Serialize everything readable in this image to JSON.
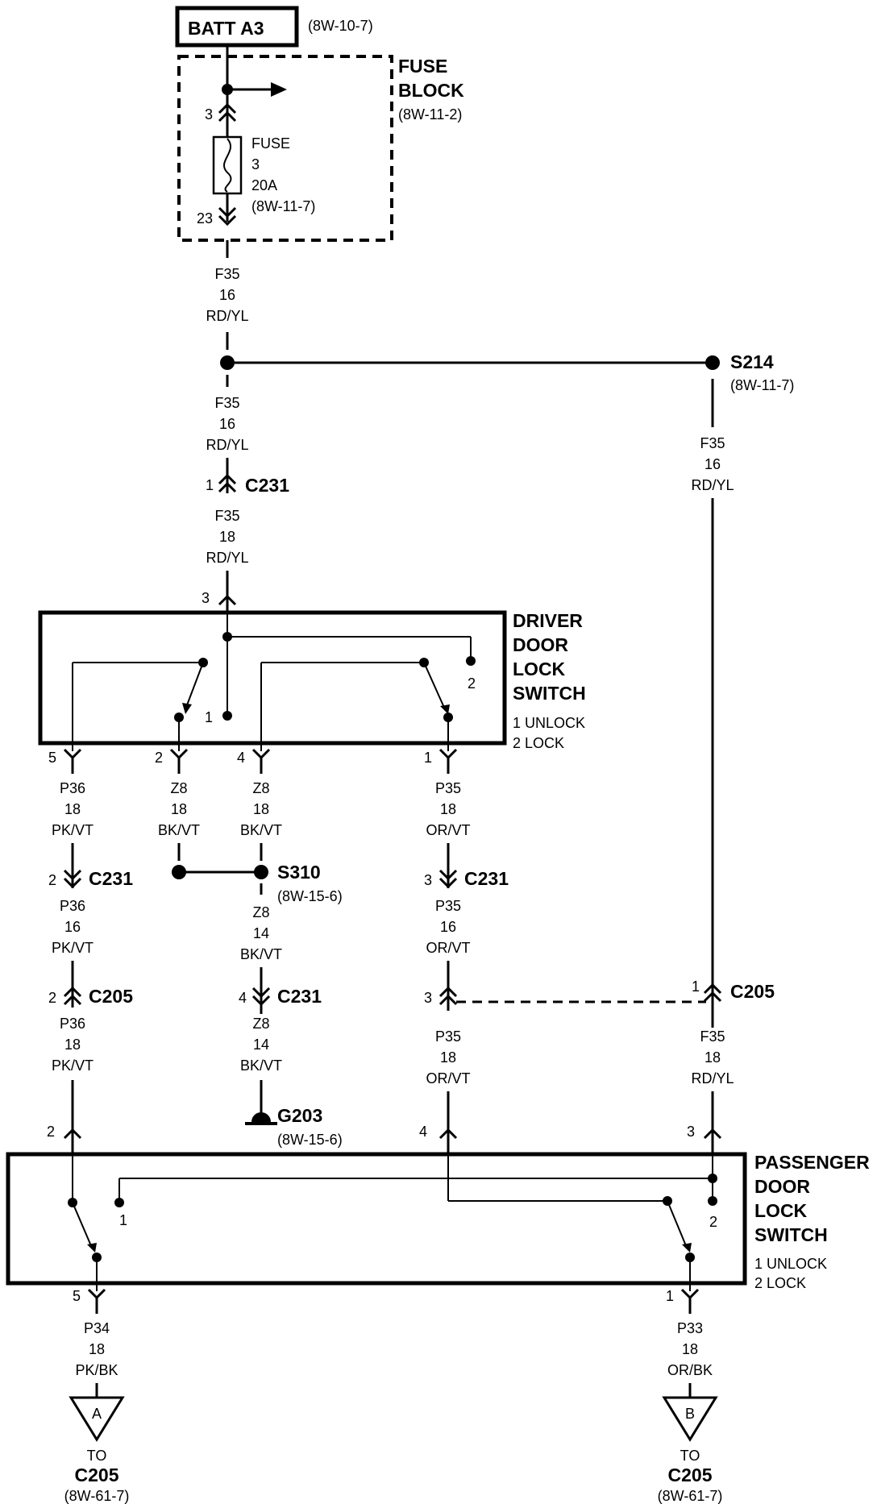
{
  "source": {
    "name": "BATT A3",
    "ref": "(8W-10-7)"
  },
  "fuse_block": {
    "title_1": "FUSE",
    "title_2": "BLOCK",
    "ref": "(8W-11-2)",
    "pin_in": "3",
    "pin_out": "23",
    "fuse": {
      "label": "FUSE",
      "number": "3",
      "rating": "20A",
      "ref": "(8W-11-7)"
    }
  },
  "wires": {
    "f35_upper": {
      "circuit": "F35",
      "gauge": "16",
      "color": "RD/YL"
    },
    "f35_mid": {
      "circuit": "F35",
      "gauge": "16",
      "color": "RD/YL"
    },
    "f35_low": {
      "circuit": "F35",
      "gauge": "18",
      "color": "RD/YL"
    },
    "f35_right": {
      "circuit": "F35",
      "gauge": "16",
      "color": "RD/YL"
    },
    "f35_right_low": {
      "circuit": "F35",
      "gauge": "18",
      "color": "RD/YL"
    },
    "p36_a": {
      "circuit": "P36",
      "gauge": "18",
      "color": "PK/VT"
    },
    "p36_b": {
      "circuit": "P36",
      "gauge": "16",
      "color": "PK/VT"
    },
    "p36_c": {
      "circuit": "P36",
      "gauge": "18",
      "color": "PK/VT"
    },
    "z8_a": {
      "circuit": "Z8",
      "gauge": "18",
      "color": "BK/VT"
    },
    "z8_b": {
      "circuit": "Z8",
      "gauge": "18",
      "color": "BK/VT"
    },
    "z8_c": {
      "circuit": "Z8",
      "gauge": "14",
      "color": "BK/VT"
    },
    "z8_d": {
      "circuit": "Z8",
      "gauge": "14",
      "color": "BK/VT"
    },
    "p35_a": {
      "circuit": "P35",
      "gauge": "18",
      "color": "OR/VT"
    },
    "p35_b": {
      "circuit": "P35",
      "gauge": "16",
      "color": "OR/VT"
    },
    "p35_c": {
      "circuit": "P35",
      "gauge": "18",
      "color": "OR/VT"
    },
    "p34": {
      "circuit": "P34",
      "gauge": "18",
      "color": "PK/BK"
    },
    "p33": {
      "circuit": "P33",
      "gauge": "18",
      "color": "OR/BK"
    }
  },
  "splices": {
    "s214": {
      "name": "S214",
      "ref": "(8W-11-7)"
    },
    "s310": {
      "name": "S310",
      "ref": "(8W-15-6)"
    }
  },
  "ground": {
    "name": "G203",
    "ref": "(8W-15-6)"
  },
  "connectors": {
    "c231_top": {
      "name": "C231",
      "pin": "1"
    },
    "c231_p36": {
      "name": "C231",
      "pin": "2"
    },
    "c231_z8": {
      "name": "C231",
      "pin": "4"
    },
    "c231_p35": {
      "name": "C231",
      "pin": "3"
    },
    "c205_p36": {
      "name": "C205",
      "pin": "2"
    },
    "c205_p35": {
      "pin": "3"
    },
    "c205_f35": {
      "name": "C205",
      "pin": "1"
    }
  },
  "driver_switch": {
    "title": [
      "DRIVER",
      "DOOR",
      "LOCK",
      "SWITCH"
    ],
    "legend": [
      "1 UNLOCK",
      "2 LOCK"
    ],
    "pin_top": "3",
    "pins_bottom": [
      "5",
      "2",
      "4",
      "1"
    ],
    "contact_1": "1",
    "contact_2": "2"
  },
  "passenger_switch": {
    "title": [
      "PASSENGER",
      "DOOR",
      "LOCK",
      "SWITCH"
    ],
    "legend": [
      "1 UNLOCK",
      "2 LOCK"
    ],
    "pins_top": [
      "2",
      "4",
      "3"
    ],
    "pins_bottom": [
      "5",
      "1"
    ],
    "contact_1": "1",
    "contact_2": "2"
  },
  "terminals": {
    "a": {
      "letter": "A",
      "to": "TO",
      "name": "C205",
      "ref": "(8W-61-7)"
    },
    "b": {
      "letter": "B",
      "to": "TO",
      "name": "C205",
      "ref": "(8W-61-7)"
    }
  }
}
